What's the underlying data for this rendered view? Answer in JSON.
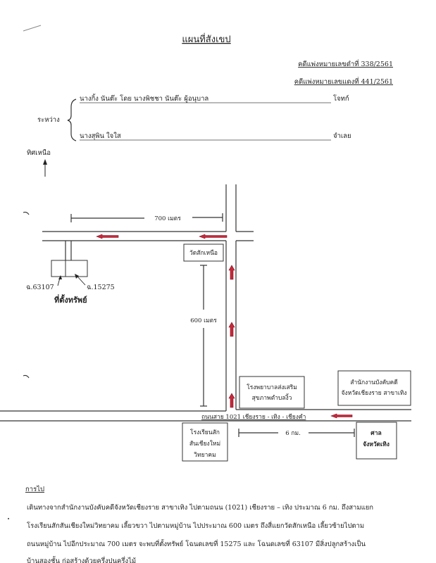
{
  "document": {
    "title": "แผนที่สังเขป",
    "case_black": "คดีแพ่งหมายเลขดำที่ 338/2561",
    "case_red": "คดีแพ่งหมายเลขแดงที่ 441/2561",
    "between_label": "ระหว่าง",
    "plaintiff": "นางกิ้ง นันต๊ะ โดย นางพิชชา นันต๊ะ ผู้อนุบาล",
    "plaintiff_role": "โจทก์",
    "defendant": "นางสุพิน ใจใส",
    "defendant_role": "จำเลย",
    "north_label": "ทิศเหนือ"
  },
  "map": {
    "dist_700": "700 เมตร",
    "dist_600": "600 เมตร",
    "dist_6km": "6 กม.",
    "temple": "วัดสักเหนือ",
    "deed_left": "ฉ.63107",
    "deed_right": "ฉ.15275",
    "property_label": "ที่ตั้งทรัพย์",
    "hospital": [
      "โรงพยาบาลส่งเสริม",
      "สุขภาพตำบลงิ้ว"
    ],
    "office": [
      "สำนักงานบังคับคดี",
      "จังหวัดเชียงราย สาขาเทิง"
    ],
    "road_label": "ถนนสาย 1021  เชียงราย - เทิง - เชียงคำ",
    "school": [
      "โรงเรียนสัก",
      "สันเชียงใหม่",
      "วิทยาคม"
    ],
    "court": [
      "ศาล",
      "จังหวัดเทิง"
    ],
    "arrow_color": "#c8283a"
  },
  "directions": {
    "heading": "การไป",
    "lines": [
      "เดินทางจากสำนักงานบังคับคดีจังหวัดเชียงราย สาขาเทิง ไปตามถนน (1021) เชียงราย  – เทิง  ประมาณ 6 กม. ถึงสามแยก",
      "โรงเรียนสักสันเชียงใหม่วิทยาคม เลี้ยวขวา ไปตามหมู่บ้าน ไปประมาณ 600 เมตร  ถึงสี่แยกวัดสักเหนือ  เลี้ยวซ้ายไปตาม",
      "ถนนหมู่บ้าน  ไปอีกประมาณ  700  เมตร  จะพบที่ตั้งทรัพย์ โฉนดเลขที่  15275  และ  โฉนดเลขที่ 63107  มีสิ่งปลูกสร้างเป็น",
      "บ้านสองชั้น ก่อสร้างด้วยครึ่งปูนครึ่งไม้"
    ]
  }
}
